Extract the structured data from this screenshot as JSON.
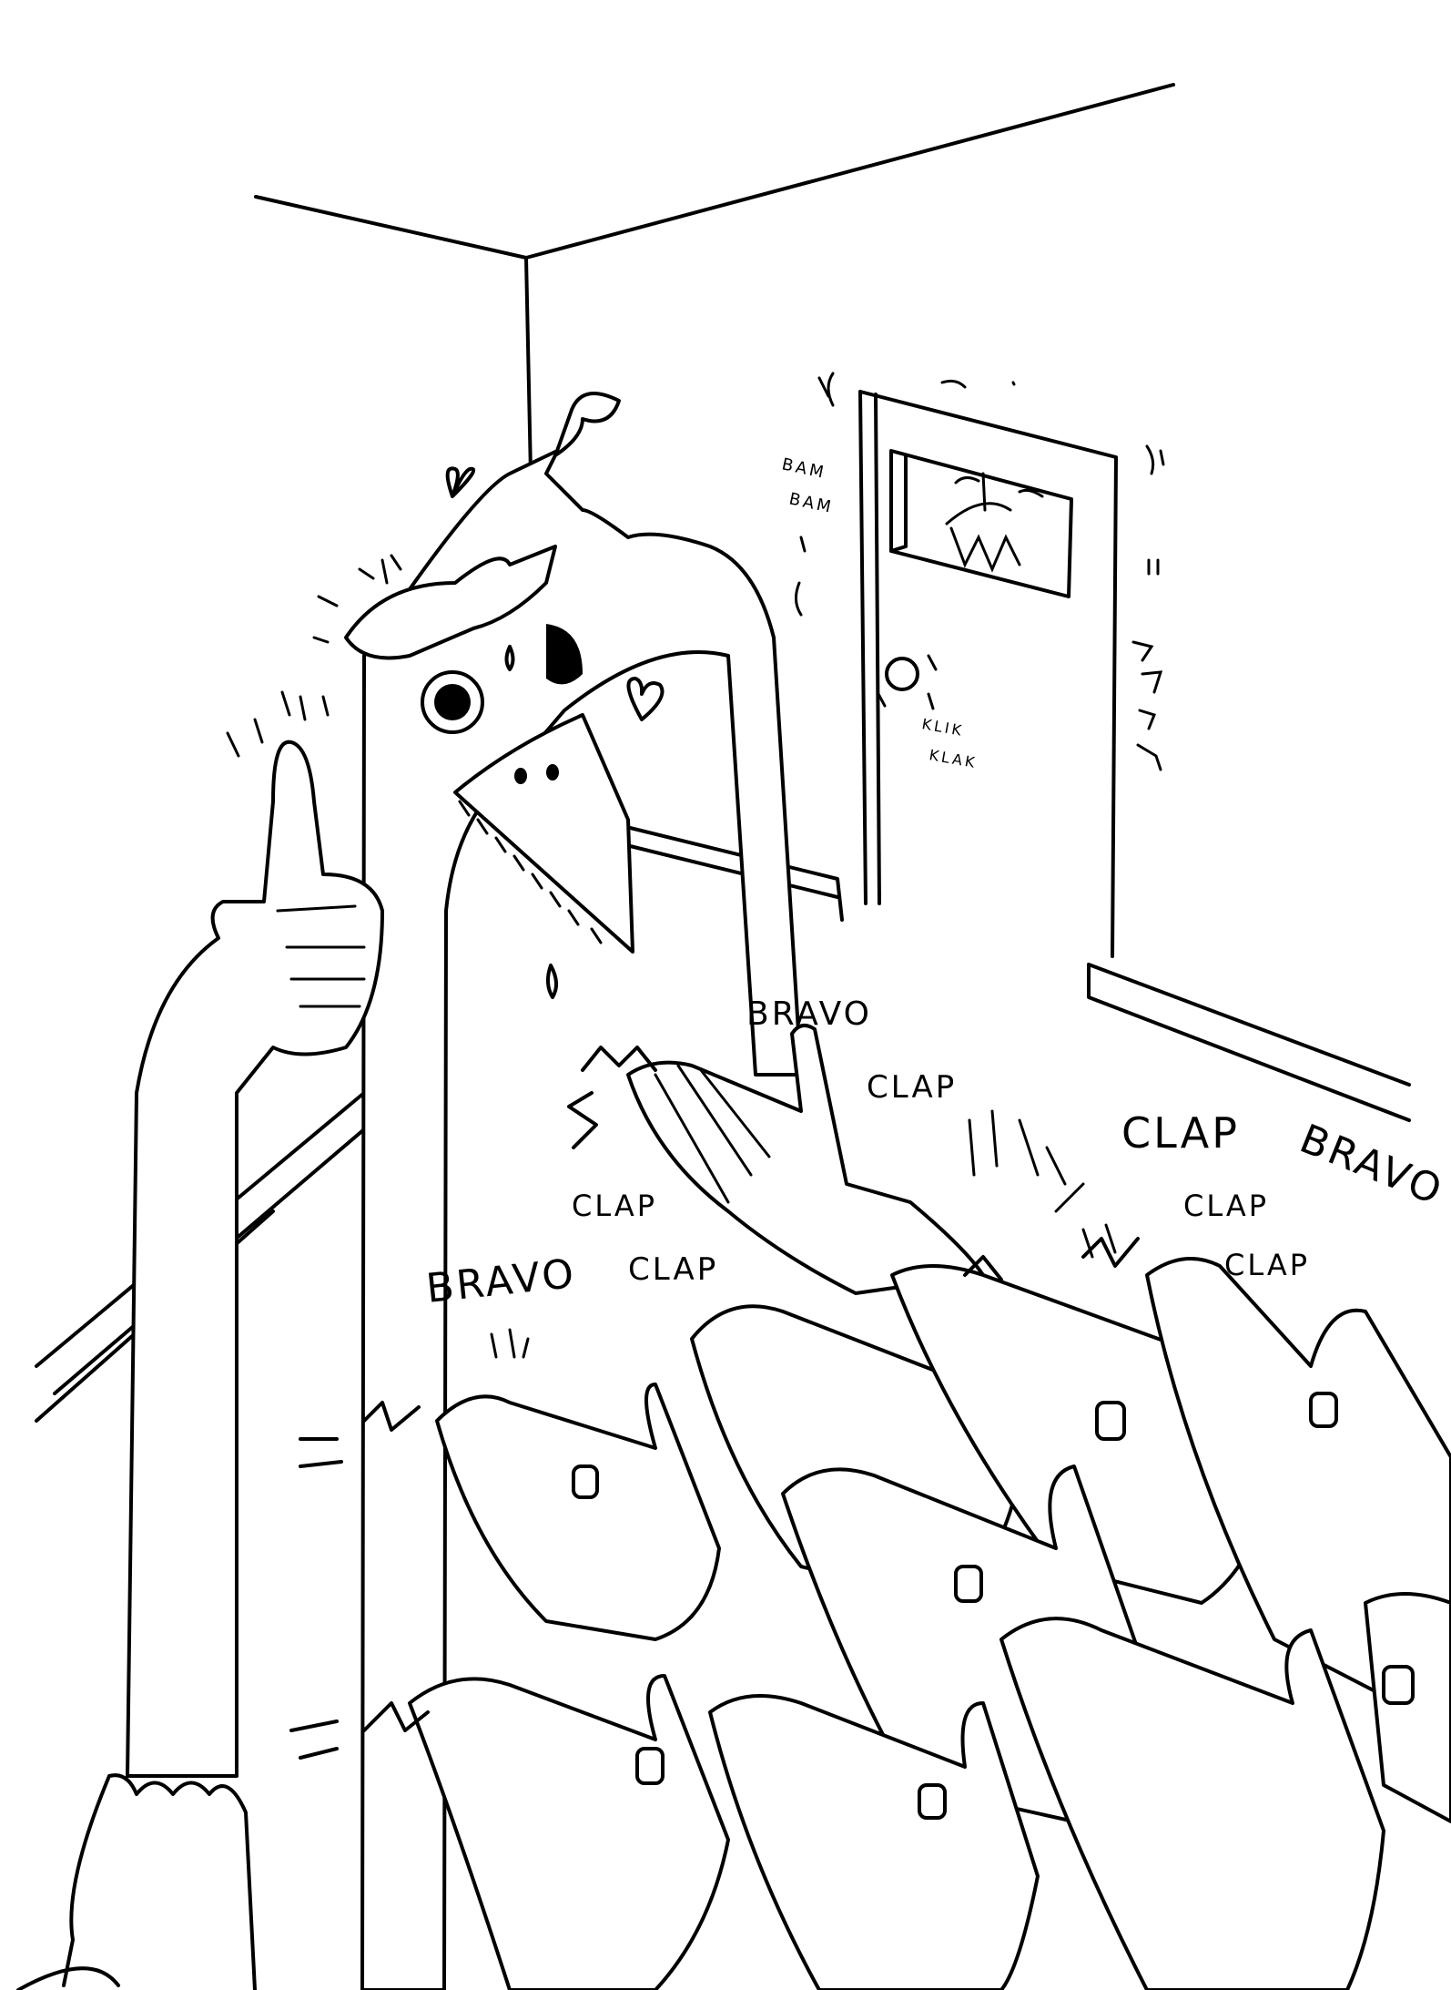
{
  "illustration": {
    "colors": {
      "ink": "#000000",
      "paper": "#ffffff"
    },
    "sound_effects": {
      "bam": [
        "BAM",
        "BAM"
      ],
      "klik": [
        "KLIK",
        "KLAK"
      ],
      "bravo_1": "BRAVO",
      "clap_1": "CLAP",
      "clap_2": "CLAP",
      "bravo_2": "BRAVO",
      "clap_3": "CLAP",
      "clap_4": "CLAP",
      "clap_5": "CLAP",
      "bravo_3": "BRAVO",
      "clap_6": "CLAP"
    },
    "icons": {
      "heart": "heart-icon"
    }
  }
}
